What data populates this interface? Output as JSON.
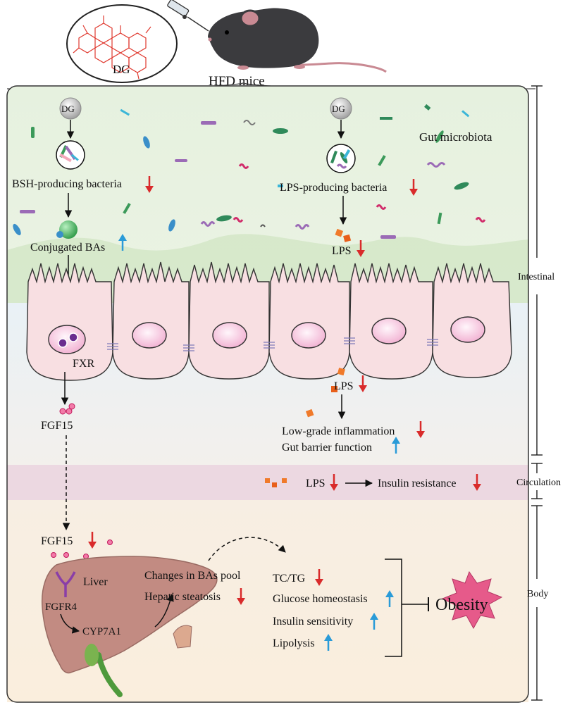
{
  "header": {
    "drug": "DG",
    "mice": "HFD mice"
  },
  "intestine": {
    "left_pathway": {
      "drug": "DG",
      "bacteria": "BSH-producing bacteria",
      "bile_acids": "Conjugated BAs",
      "receptor": "FXR",
      "hormone": "FGF15"
    },
    "right_pathway": {
      "drug": "DG",
      "microbiota": "Gut microbiota",
      "bacteria": "LPS-producing bacteria",
      "lps_lumen": "LPS",
      "lps_tissue": "LPS",
      "inflammation": "Low-grade inflammation",
      "barrier": "Gut barrier function"
    }
  },
  "circulation": {
    "lps": "LPS",
    "insulin_resistance": "Insulin resistance"
  },
  "body": {
    "hormone": "FGF15",
    "organ": "Liver",
    "receptor": "FGFR4",
    "enzyme": "CYP7A1",
    "bas_pool": "Changes in BAs pool",
    "steatosis": "Hepatic steatosis",
    "outcomes": [
      "TC/TG",
      "Glucose homeostasis",
      "Insulin sensitivity",
      "Lipolysis"
    ],
    "obesity": "Obesity"
  },
  "regions": {
    "intestinal": "Intestinal",
    "circulation": "Circulation",
    "body": "Body"
  },
  "colors": {
    "down_arrow": "#d92b2b",
    "up_arrow": "#2a9bd8",
    "obesity_star": "#e65a8a"
  }
}
